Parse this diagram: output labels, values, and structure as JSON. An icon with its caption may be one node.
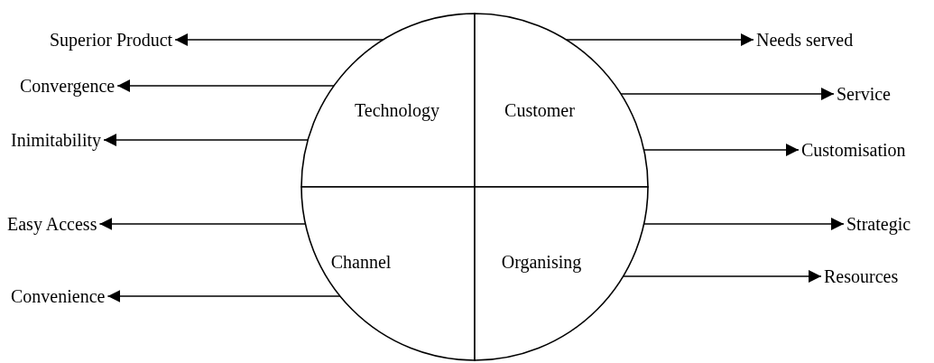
{
  "diagram": {
    "nodes": [
      {
        "text": [
          "Technology"
        ]
      },
      {
        "text": [
          "Customer"
        ]
      },
      {
        "text": [
          "Channel"
        ]
      },
      {
        "text": [
          "Organising"
        ]
      },
      {
        "text": [
          "Superior Product"
        ]
      },
      {
        "text": [
          "Convergence"
        ]
      },
      {
        "text": [
          "Inimitability"
        ]
      },
      {
        "text": [
          "Easy Access"
        ]
      },
      {
        "text": [
          "Convenience"
        ]
      },
      {
        "text": [
          "Needs served"
        ]
      },
      {
        "text": [
          "Service"
        ]
      },
      {
        "text": [
          "Customisation"
        ]
      },
      {
        "text": [
          "Strategic"
        ]
      },
      {
        "text": [
          "Resources"
        ]
      }
    ],
    "edges": [
      {
        "from": 0,
        "to": 4,
        "arrow": "to"
      },
      {
        "from": 0,
        "to": 5,
        "arrow": "to"
      },
      {
        "from": 0,
        "to": 6,
        "arrow": "to"
      },
      {
        "from": 2,
        "to": 7,
        "arrow": "to"
      },
      {
        "from": 2,
        "to": 8,
        "arrow": "to"
      },
      {
        "from": 1,
        "to": 9,
        "arrow": "to"
      },
      {
        "from": 1,
        "to": 10,
        "arrow": "to"
      },
      {
        "from": 1,
        "to": 11,
        "arrow": "to"
      },
      {
        "from": 3,
        "to": 12,
        "arrow": "to"
      },
      {
        "from": 3,
        "to": 13,
        "arrow": "to"
      }
    ]
  }
}
